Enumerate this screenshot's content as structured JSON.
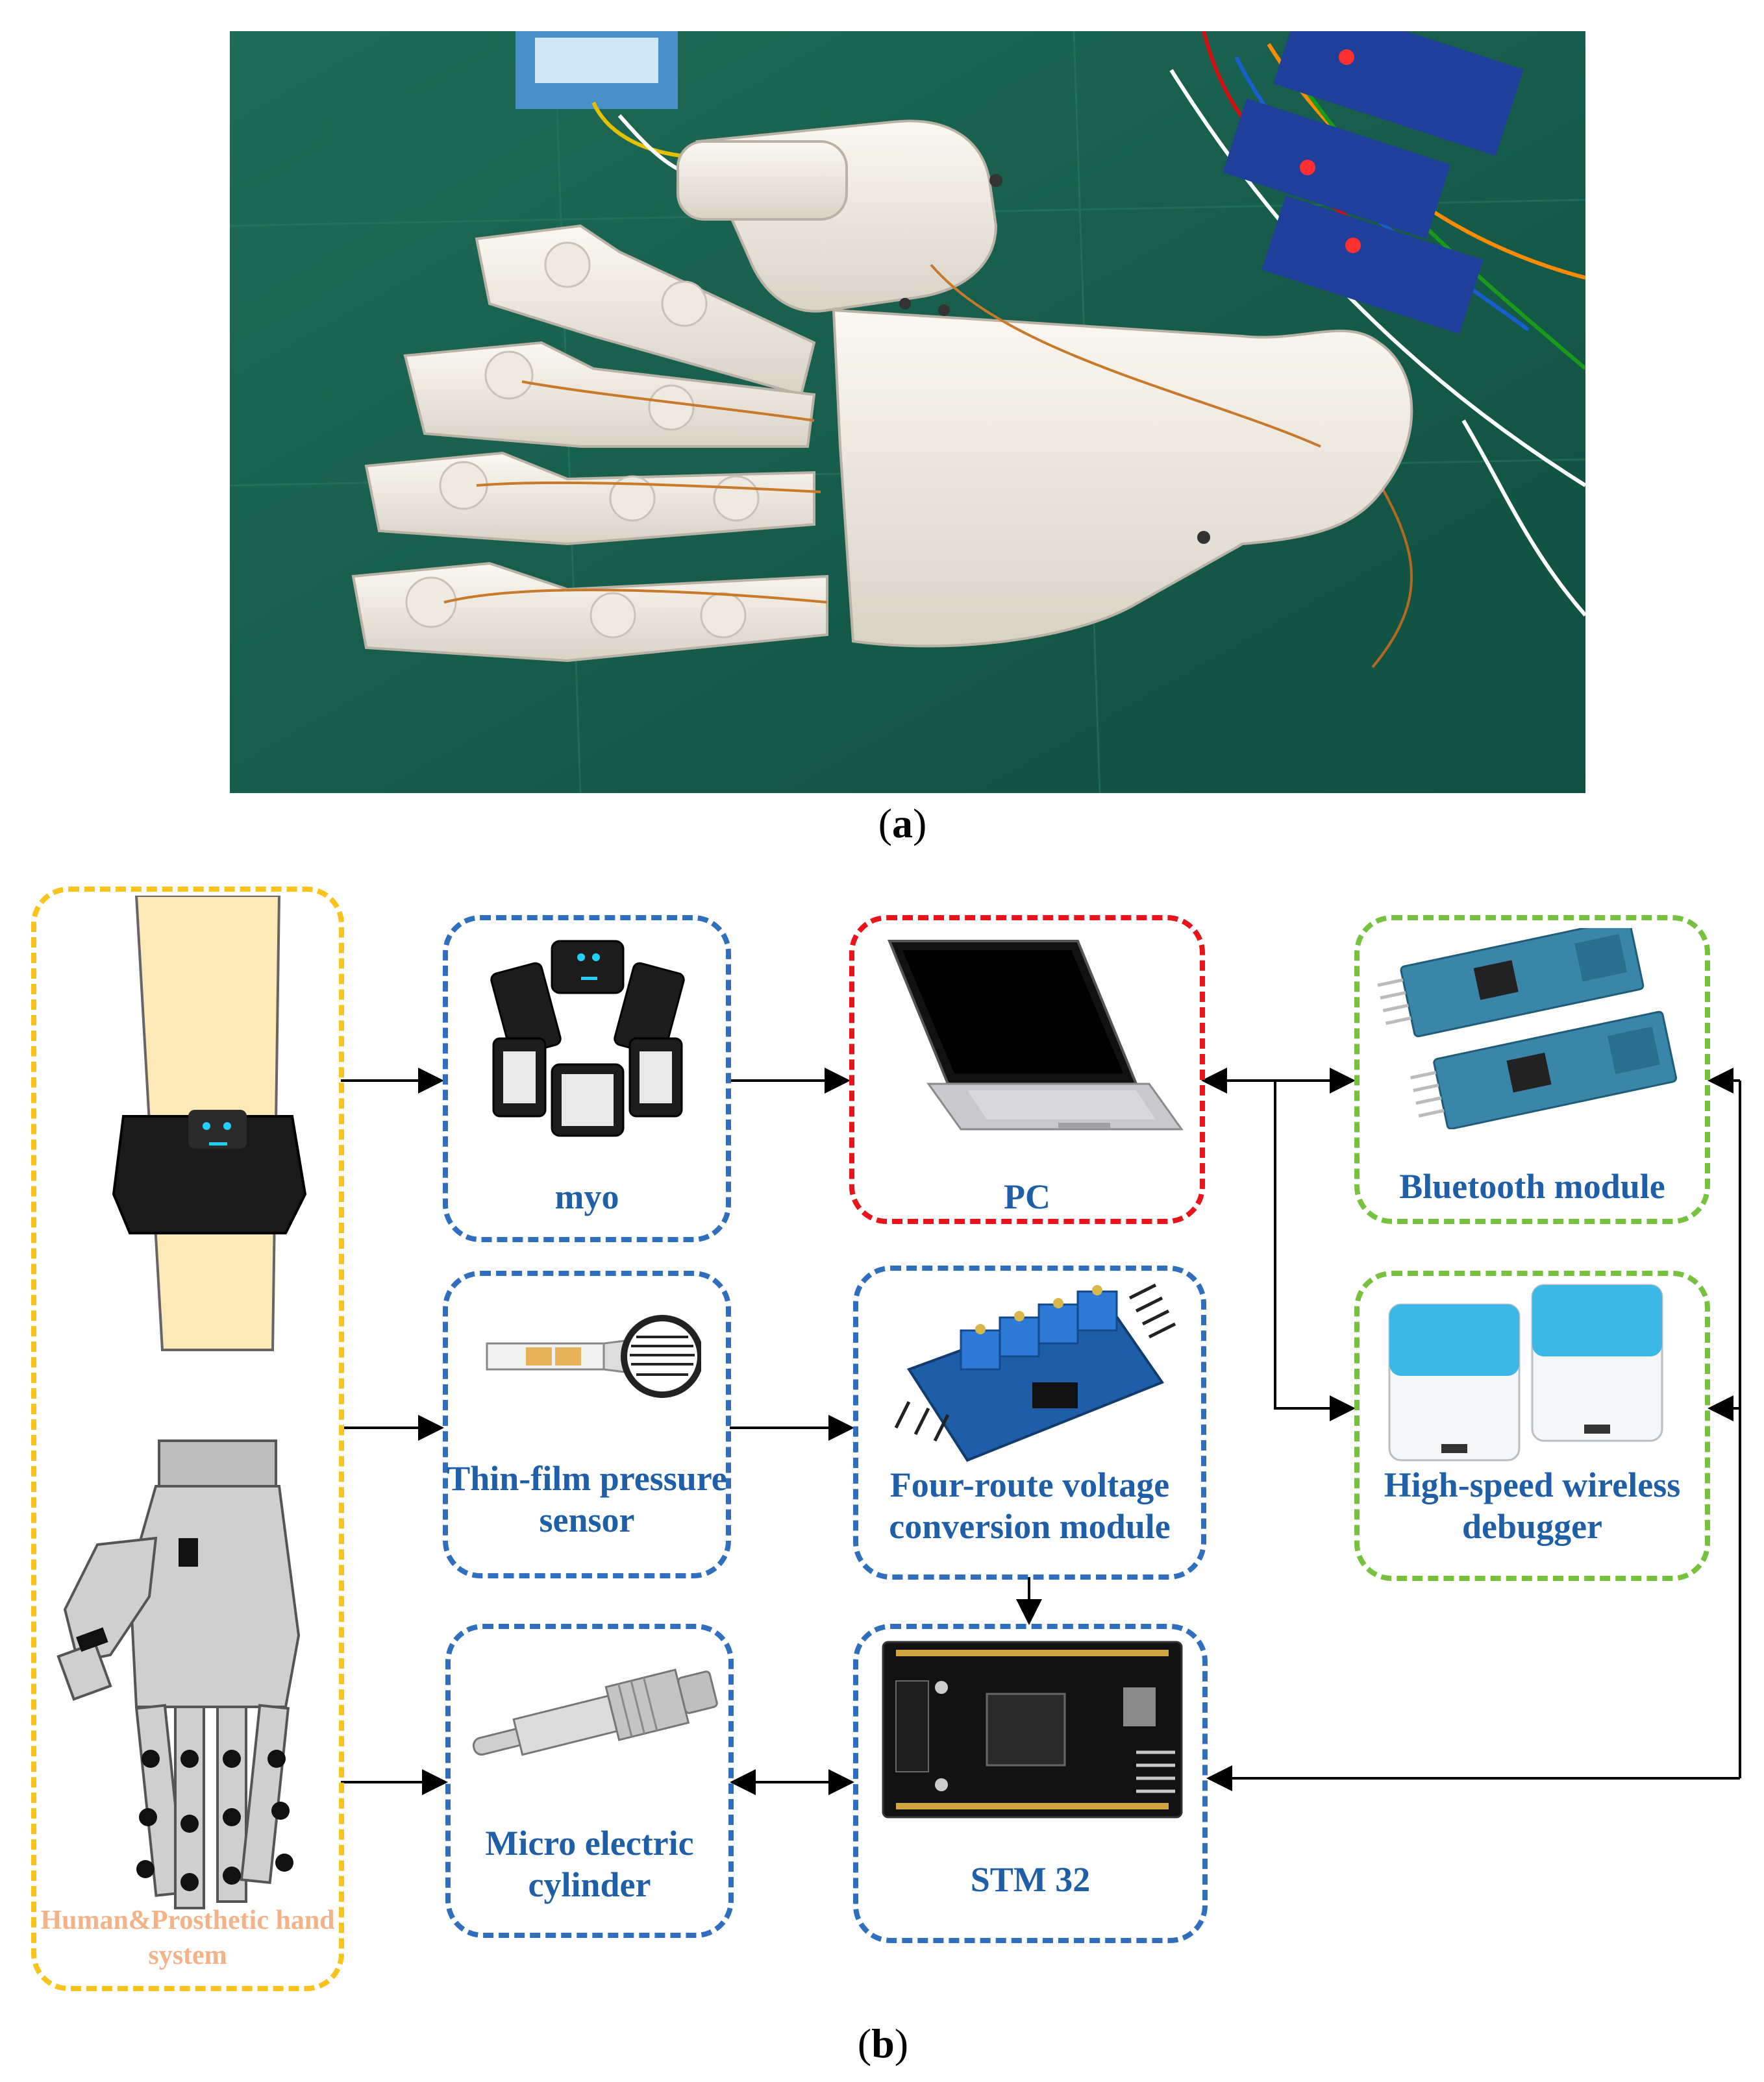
{
  "captions": {
    "a": "a",
    "b": "b"
  },
  "diagram": {
    "human_system": "Human&Prosthetic hand system",
    "myo": "myo",
    "pc": "PC",
    "bluetooth": "Bluetooth module",
    "pressure_sensor": "Thin-film pressure sensor",
    "voltage_module": "Four-route voltage conversion module",
    "debugger": "High-speed wireless debugger",
    "cylinder": "Micro electric cylinder",
    "stm32": "STM 32"
  },
  "colors": {
    "human_box": "#f7c31c",
    "sensor_boxes": "#2f6fbd",
    "pc_box": "#e8141a",
    "wireless_boxes": "#76c23f",
    "human_label": "#f4b289",
    "module_labels": "#1f5fa8"
  },
  "icons": [
    "robotic-hand-photo",
    "arm-with-myo-illustration",
    "myo-armband-icon",
    "laptop-icon",
    "bluetooth-board-icon",
    "pressure-sensor-icon",
    "voltage-module-icon",
    "wireless-debugger-icon",
    "electric-cylinder-icon",
    "stm32-board-icon"
  ]
}
